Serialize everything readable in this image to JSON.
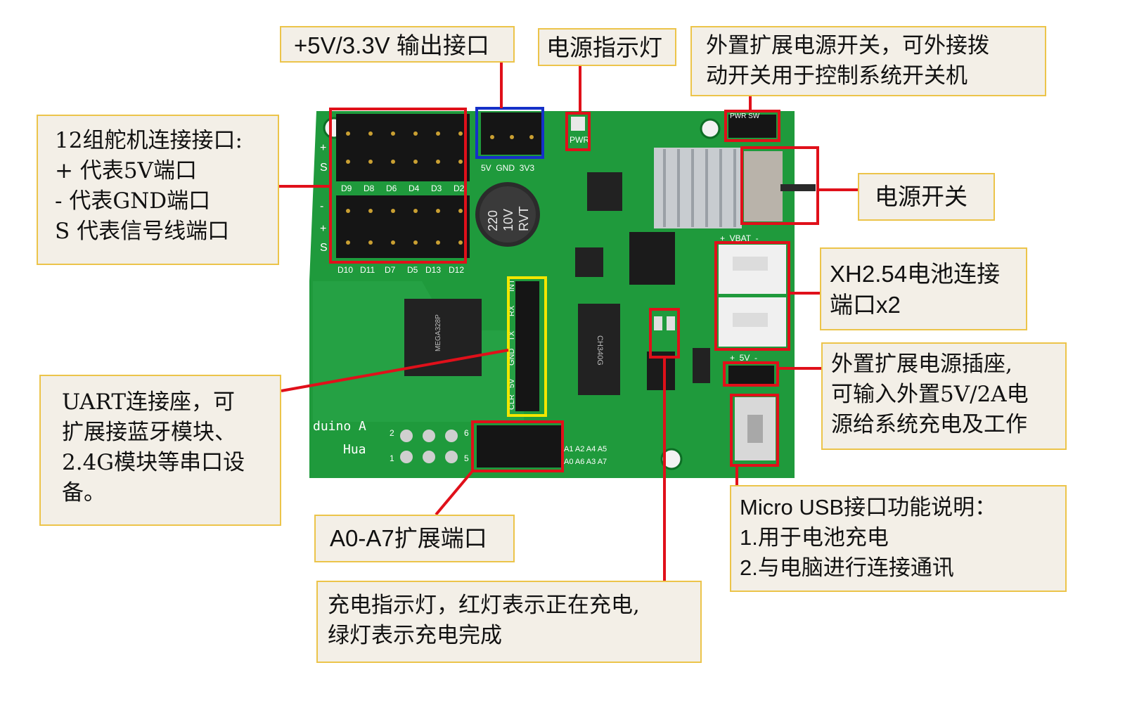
{
  "callouts": {
    "power_output": {
      "lines": [
        "+5V/3.3V 输出接口"
      ]
    },
    "power_indicator": {
      "lines": [
        "电源指示灯"
      ]
    },
    "ext_power_switch": {
      "lines": [
        "外置扩展电源开关，可外接拨",
        "动开关用于控制系统开关机"
      ]
    },
    "servo": {
      "lines": [
        "12组舵机连接接口:",
        "+ 代表5V端口",
        "- 代表GND端口",
        "S 代表信号线端口"
      ]
    },
    "power_switch": {
      "lines": [
        "电源开关"
      ]
    },
    "xh_battery": {
      "lines": [
        "XH2.54电池连接",
        "端口x2"
      ]
    },
    "ext_power_socket": {
      "lines": [
        "外置扩展电源插座,",
        "可输入外置5V/2A电",
        "源给系统充电及工作"
      ]
    },
    "uart": {
      "lines": [
        "UART连接座，可",
        "扩展接蓝牙模块、",
        "2.4G模块等串口设",
        "备。"
      ]
    },
    "micro_usb": {
      "lines": [
        "Micro USB接口功能说明：",
        "1.用于电池充电",
        "2.与电脑进行连接通讯"
      ]
    },
    "analog": {
      "lines": [
        "A0-A7扩展端口"
      ]
    },
    "charge_led": {
      "lines": [
        "充电指示灯，红灯表示正在充电,",
        "绿灯表示充电完成"
      ]
    }
  },
  "board": {
    "silkscreen": {
      "top_pins": [
        "D9",
        "D8",
        "D6",
        "D4",
        "D3",
        "D2"
      ],
      "bottom_pins": [
        "D10",
        "D11",
        "D7",
        "D5",
        "D13",
        "D12"
      ],
      "power_header": "5V  GND  3V3",
      "pwr": "PWR",
      "pwr_sw": "PWR SW",
      "vbat": "+  VBAT  -",
      "five_v": "+  5V  -",
      "uart_pins": [
        "INT",
        "RX",
        "TX",
        "GND",
        "5V",
        "CLR"
      ],
      "analog_top": "A1 A2 A4 A5",
      "analog_bottom": "A0 A6 A3 A7",
      "brand_1": "duino A",
      "brand_2": "Hua",
      "cap_label_1": "220",
      "cap_label_2": "10V",
      "cap_label_3": "RVT",
      "mcu_label": "MEGA328P",
      "ic_label": "CH340G",
      "side_marks": [
        "+",
        "S",
        "-",
        "+",
        "S"
      ],
      "pin_numbers": [
        "2",
        "1",
        "6",
        "5"
      ]
    }
  },
  "colors": {
    "pcb": "#1f9a3c",
    "callout_fill": "#f3efe7",
    "callout_border": "#ecc44a",
    "leader": "#e0101a",
    "highlight_red": "#e0101a",
    "highlight_blue": "#1530c8",
    "highlight_yellow": "#f2e600"
  }
}
